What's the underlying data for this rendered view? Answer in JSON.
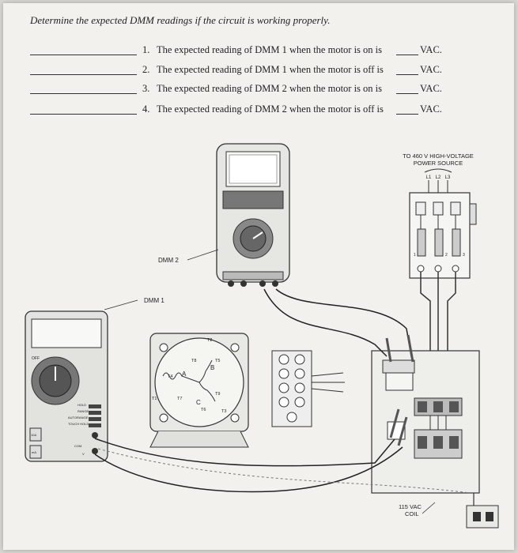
{
  "heading": "Determine the expected DMM readings if the circuit is working properly.",
  "questions": [
    {
      "number": "1.",
      "text": "The expected reading of DMM 1 when the motor is on is",
      "unit": "VAC."
    },
    {
      "number": "2.",
      "text": "The expected reading of DMM 1 when the motor is off is",
      "unit": "VAC."
    },
    {
      "number": "3.",
      "text": "The expected reading of DMM 2 when the motor is on is",
      "unit": "VAC."
    },
    {
      "number": "4.",
      "text": "The expected reading of DMM 2 when the motor is off is",
      "unit": "VAC."
    }
  ],
  "diagram": {
    "power_source_line1": "TO 460 V HIGH-VOLTAGE",
    "power_source_line2": "POWER SOURCE",
    "phase_labels": [
      "L1",
      "L2",
      "L3"
    ],
    "dmm2_label": "DMM 2",
    "dmm1_label": "DMM 1",
    "coil_line1": "115 VAC",
    "coil_line2": "COIL",
    "motor_terminals": [
      "T1",
      "T2",
      "T3",
      "T4",
      "T5",
      "T6",
      "T7",
      "T8",
      "T9"
    ],
    "motor_coils": [
      "A",
      "B",
      "C"
    ],
    "dmm1_off": "OFF",
    "dmm1_buttons": [
      "HOLD",
      "RANGE",
      "AUTORANGE",
      "TOUCH HOLD"
    ],
    "dmm1_jacks": [
      "10A",
      "mA",
      "COM",
      "V"
    ],
    "breaker_numbers": [
      "1",
      "2",
      "3"
    ]
  }
}
